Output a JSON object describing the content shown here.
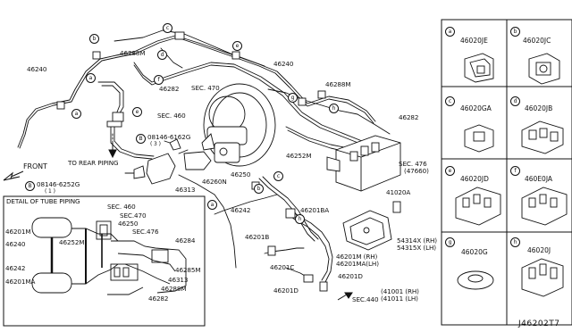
{
  "main_labels": {
    "p46240_left": "46240",
    "p46288M_top": "46288M",
    "p46240_top": "46240",
    "p46282_left": "46282",
    "sec470": "SEC. 470",
    "sec460": "SEC. 460",
    "p46288M_right": "46288M",
    "p46282_right": "46282",
    "bolt1": "08146-6162G",
    "bolt1_qty": "( 3 )",
    "to_rear": "TO REAR PIPING",
    "bolt2": "08146-6252G",
    "bolt2_qty": "( 1 )",
    "front": "FRONT",
    "p46313": "46313",
    "p46260N": "46260N",
    "p46252M": "46252M",
    "p46250": "46250",
    "sec476": "SEC. 476",
    "sec476_sub": "(47660)",
    "p41020A": "41020A",
    "p46242": "46242",
    "p46201BA": "46201BA",
    "p46201B": "46201B",
    "p54314X": "54314X (RH)",
    "p54315X": "54315X (LH)",
    "p46201M_RH": "46201M (RH)",
    "p46201MA_LH": "46201MA(LH)",
    "p46201C": "46201C",
    "p46201D_right": "46201D",
    "p46201D_left": "46201D",
    "sec440": "SEC.440",
    "sec440_sub1": "(41001 (RH)",
    "sec440_sub2": "(41011 (LH)"
  },
  "detail": {
    "title": "DETAIL OF TUBE PIPING",
    "labels": {
      "sec460": "SEC. 460",
      "sec470": "SEC.470",
      "p46250": "46250",
      "sec476": "SEC.476",
      "p46201M": "46201M",
      "p46240": "46240",
      "p46252M": "46252M",
      "p46284": "46284",
      "p46242": "46242",
      "p46285M": "46285M",
      "p46313": "46313",
      "p46201MA": "46201MA",
      "p46288M": "46288M",
      "p46282": "46282"
    }
  },
  "callouts": [
    "a",
    "b",
    "c",
    "d",
    "e",
    "f",
    "g",
    "h"
  ],
  "parts_grid": [
    {
      "letter": "a",
      "code": "46020JE"
    },
    {
      "letter": "b",
      "code": "46020JC"
    },
    {
      "letter": "c",
      "code": "46020GA"
    },
    {
      "letter": "d",
      "code": "46020JB"
    },
    {
      "letter": "e",
      "code": "46020JD"
    },
    {
      "letter": "f",
      "code": "460E0JA"
    },
    {
      "letter": "g",
      "code": "46020G"
    },
    {
      "letter": "h",
      "code": "46020J"
    }
  ],
  "diagram_code": "J46202T7"
}
